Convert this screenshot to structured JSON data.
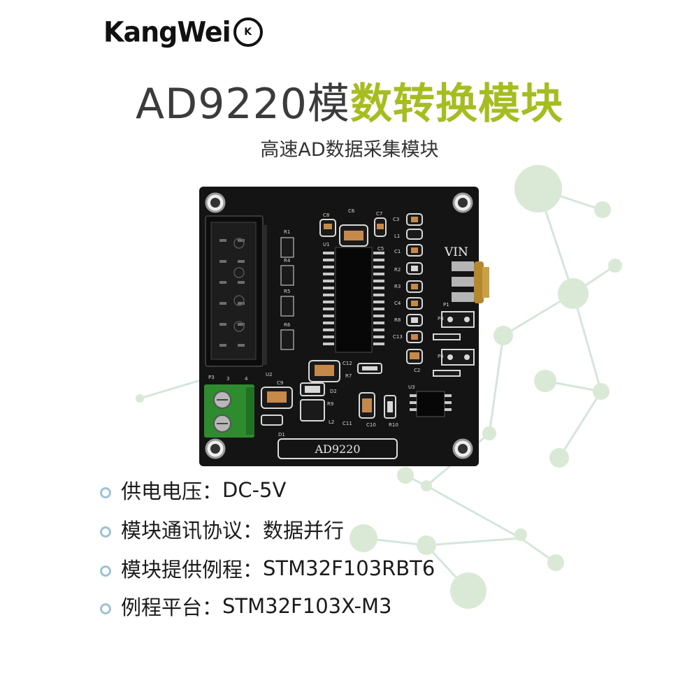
{
  "brand": {
    "name": "KangWei",
    "badge": "K"
  },
  "title": {
    "part_dark": "AD9220模",
    "part_accent": "数转换模块"
  },
  "subtitle": "高速AD数据采集模块",
  "board": {
    "label": "AD9220",
    "vin_label": "VIN",
    "silkscreen": [
      "R1",
      "R4",
      "R5",
      "R6",
      "U1",
      "C8",
      "C7",
      "C6",
      "C3",
      "L1",
      "C5",
      "C1",
      "R2",
      "R3",
      "C4",
      "R8",
      "C13",
      "C2",
      "P1",
      "P4",
      "P6",
      "C12",
      "R7",
      "U2",
      "C9",
      "D2",
      "R9",
      "L2",
      "C11",
      "C10",
      "R10",
      "U3",
      "D1",
      "P3",
      "3",
      "4"
    ]
  },
  "specs": [
    {
      "label": "供电电压：",
      "value": "DC-5V"
    },
    {
      "label": "模块通讯协议：",
      "value": "数据并行"
    },
    {
      "label": "模块提供例程：",
      "value": "STM32F103RBT6"
    },
    {
      "label": "例程平台：",
      "value": "STM32F103X-M3"
    }
  ],
  "colors": {
    "accent": "#a6bd1f",
    "pcb": "#141414",
    "bullet": "#9ec3d4",
    "terminal": "#2e8b2e",
    "molecule": "#cfe2d8"
  }
}
